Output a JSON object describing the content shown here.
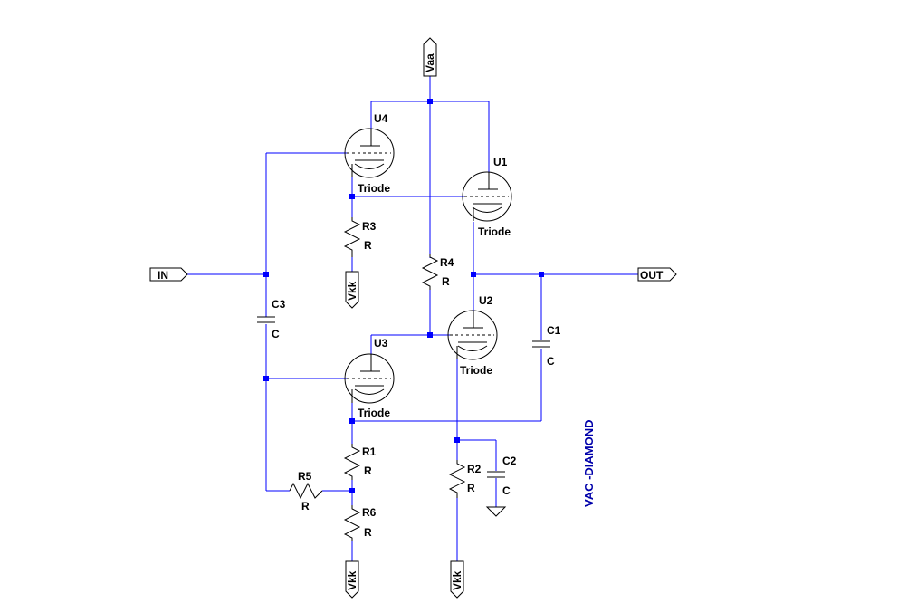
{
  "title": "VAC -DIAMOND",
  "ports": {
    "in": "IN",
    "out": "OUT",
    "vaa": "Vaa",
    "vkk1": "Vkk",
    "vkk2": "Vkk",
    "vkk3": "Vkk"
  },
  "tubes": [
    {
      "ref": "U4",
      "value": "Triode"
    },
    {
      "ref": "U1",
      "value": "Triode"
    },
    {
      "ref": "U2",
      "value": "Triode"
    },
    {
      "ref": "U3",
      "value": "Triode"
    }
  ],
  "resistors": [
    {
      "ref": "R3",
      "value": "R"
    },
    {
      "ref": "R4",
      "value": "R"
    },
    {
      "ref": "R1",
      "value": "R"
    },
    {
      "ref": "R2",
      "value": "R"
    },
    {
      "ref": "R5",
      "value": "R"
    },
    {
      "ref": "R6",
      "value": "R"
    }
  ],
  "capacitors": [
    {
      "ref": "C3",
      "value": "C"
    },
    {
      "ref": "C1",
      "value": "C"
    },
    {
      "ref": "C2",
      "value": "C"
    }
  ]
}
